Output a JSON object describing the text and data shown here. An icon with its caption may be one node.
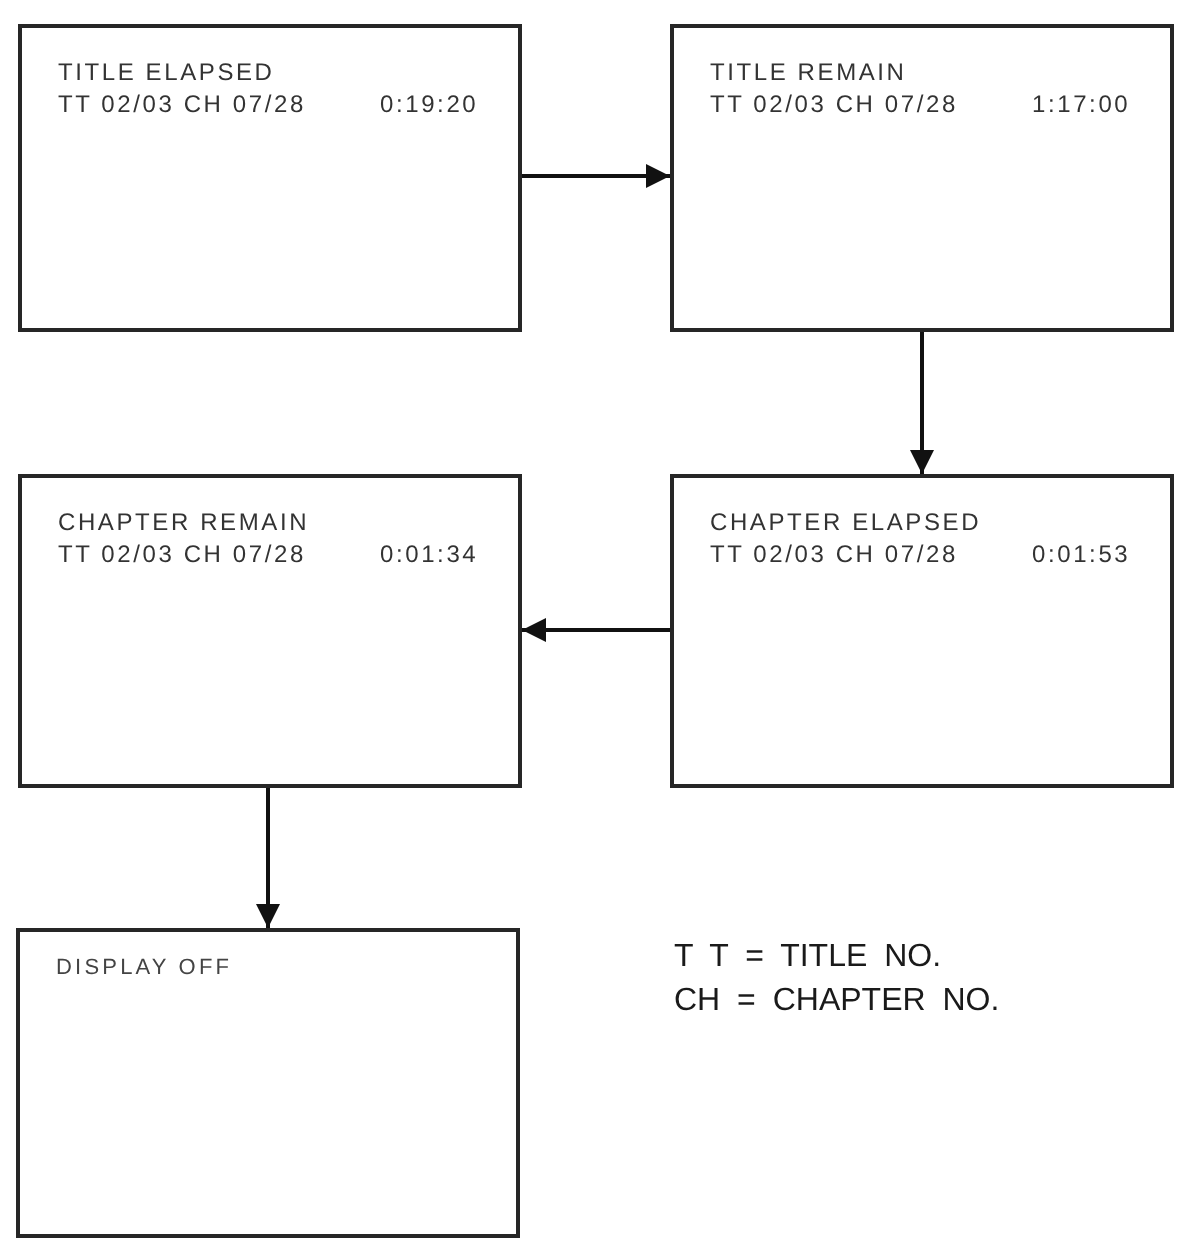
{
  "diagram": {
    "nodes": [
      {
        "text": [
          "TITLE ELAPSED",
          "TT 02/03 CH 07/28",
          "0:19:20"
        ]
      },
      {
        "text": [
          "TITLE REMAIN",
          "TT 02/03 CH 07/28",
          "1:17:00"
        ]
      },
      {
        "text": [
          "CHAPTER ELAPSED",
          "TT 02/03 CH 07/28",
          "0:01:53"
        ]
      },
      {
        "text": [
          "CHAPTER REMAIN",
          "TT 02/03 CH 07/28",
          "0:01:34"
        ]
      },
      {
        "text": [
          "DISPLAY OFF"
        ]
      }
    ],
    "edges": [
      {
        "from": 0,
        "to": 1,
        "arrow": "to"
      },
      {
        "from": 1,
        "to": 2,
        "arrow": "to"
      },
      {
        "from": 2,
        "to": 3,
        "arrow": "to"
      },
      {
        "from": 3,
        "to": 4,
        "arrow": "to"
      }
    ],
    "labels": [
      "T T = TITLE NO.",
      "CH = CHAPTER NO."
    ]
  }
}
